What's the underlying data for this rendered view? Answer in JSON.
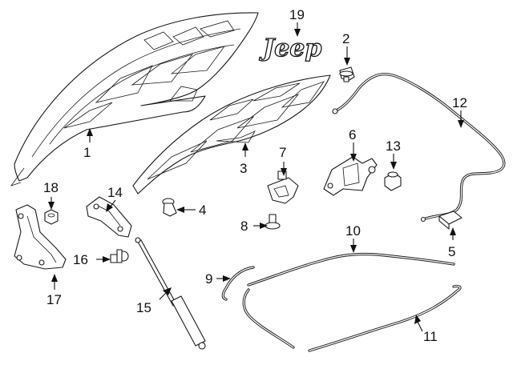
{
  "logo": {
    "text": "Jeep"
  },
  "callouts": [
    {
      "id": "1",
      "label": "1"
    },
    {
      "id": "2",
      "label": "2"
    },
    {
      "id": "3",
      "label": "3"
    },
    {
      "id": "4",
      "label": "4"
    },
    {
      "id": "5",
      "label": "5"
    },
    {
      "id": "6",
      "label": "6"
    },
    {
      "id": "7",
      "label": "7"
    },
    {
      "id": "8",
      "label": "8"
    },
    {
      "id": "9",
      "label": "9"
    },
    {
      "id": "10",
      "label": "10"
    },
    {
      "id": "11",
      "label": "11"
    },
    {
      "id": "12",
      "label": "12"
    },
    {
      "id": "13",
      "label": "13"
    },
    {
      "id": "14",
      "label": "14"
    },
    {
      "id": "15",
      "label": "15"
    },
    {
      "id": "16",
      "label": "16"
    },
    {
      "id": "17",
      "label": "17"
    },
    {
      "id": "18",
      "label": "18"
    },
    {
      "id": "19",
      "label": "19"
    }
  ]
}
